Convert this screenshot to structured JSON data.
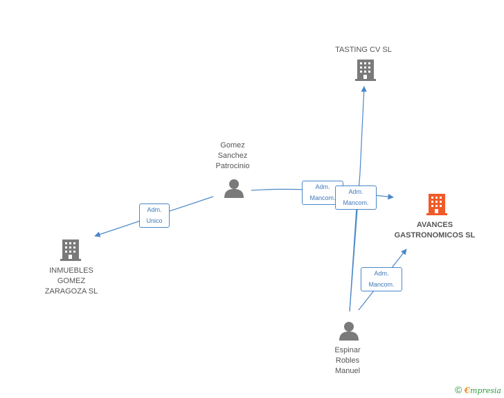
{
  "nodes": {
    "tasting": {
      "label": "TASTING CV SL",
      "type": "company"
    },
    "avances": {
      "label": "AVANCES\nGASTRONOMICOS SL",
      "type": "company-main"
    },
    "inmuebles": {
      "label": "INMUEBLES\nGOMEZ\nZARAGOZA SL",
      "type": "company"
    },
    "gomez": {
      "label": "Gomez\nSanchez\nPatrocinio",
      "type": "person"
    },
    "espinar": {
      "label": "Espinar\nRobles\nManuel",
      "type": "person"
    }
  },
  "edges": {
    "gomez_inmuebles": "Adm.\nUnico",
    "gomez_avances": "Adm.\nMancom.",
    "espinar_tasting": "Adm.\nMancom.",
    "espinar_avances": "Adm.\nMancom."
  },
  "colors": {
    "edge": "#4a86c8",
    "company_icon": "#7a7a7a",
    "main_company_icon": "#f05a28",
    "person_icon": "#7a7a7a"
  },
  "footer": {
    "copyright": "©",
    "brand_initial": "€",
    "brand_rest": "mpresia"
  }
}
